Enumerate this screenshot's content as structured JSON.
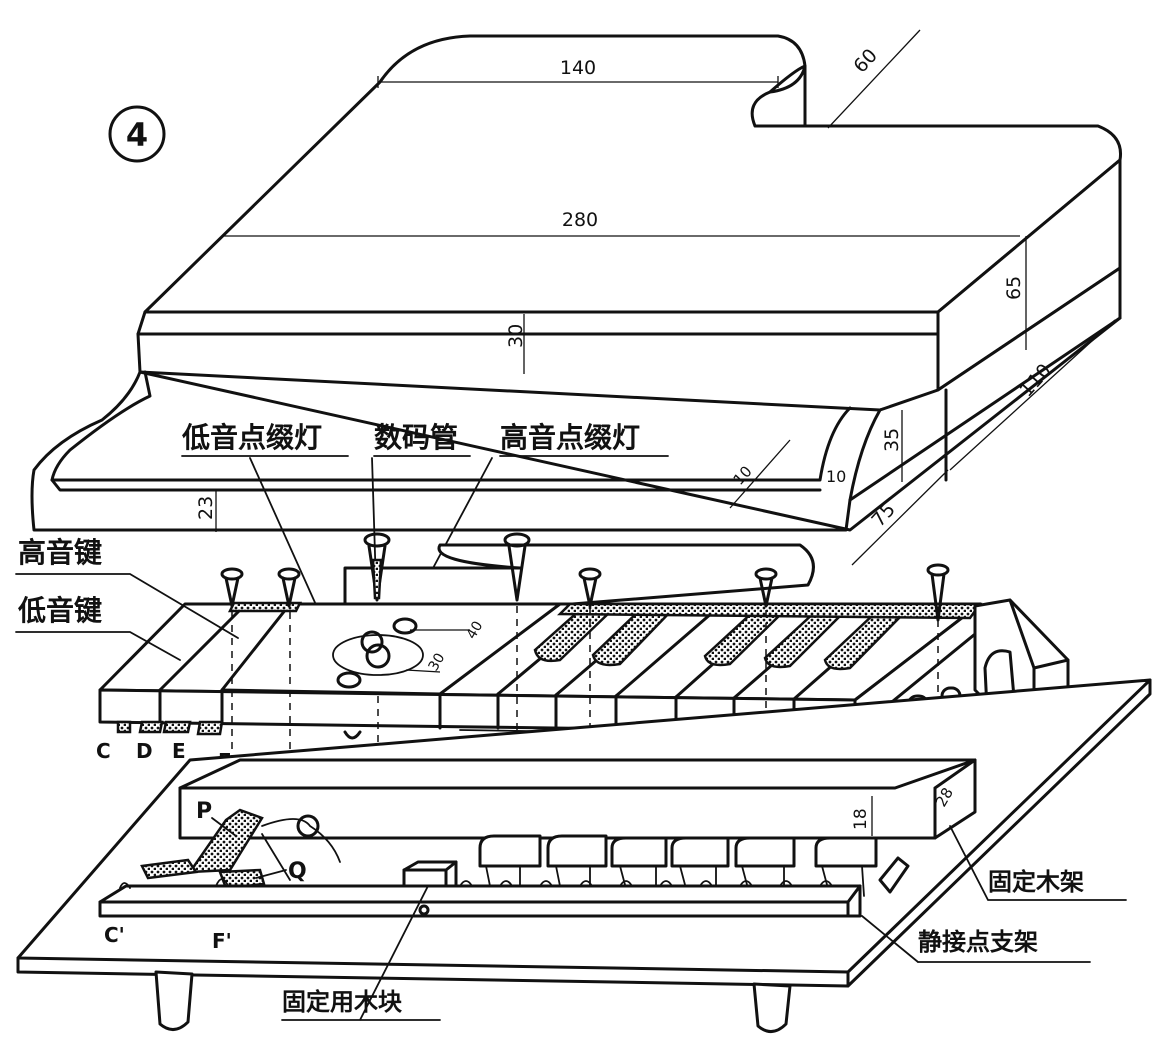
{
  "figure_number": "4",
  "dimensions": {
    "top_width": "140",
    "depth": "60",
    "width": "280",
    "front_height": "30",
    "side_height": "65",
    "side_depth": "110",
    "side_lower": "35",
    "side_front": "75",
    "lip": "10",
    "lip_b": "10",
    "base_gap": "23",
    "lamp_spacing": "40",
    "lamp_diameter": "30",
    "bracket_height": "18",
    "bracket_depth": "28"
  },
  "labels": {
    "bass_lamp": "低音点缀灯",
    "digit_tube": "数码管",
    "treble_lamp": "高音点缀灯",
    "treble_keys": "高音键",
    "bass_keys": "低音键",
    "fixed_frame": "固定木架",
    "contact_bracket": "静接点支架",
    "fixing_block": "固定用木块"
  },
  "letters": {
    "c": "C",
    "d": "D",
    "e": "E",
    "f": "F",
    "p": "P",
    "q": "Q",
    "c_prime": "C'",
    "f_prime": "F'"
  }
}
